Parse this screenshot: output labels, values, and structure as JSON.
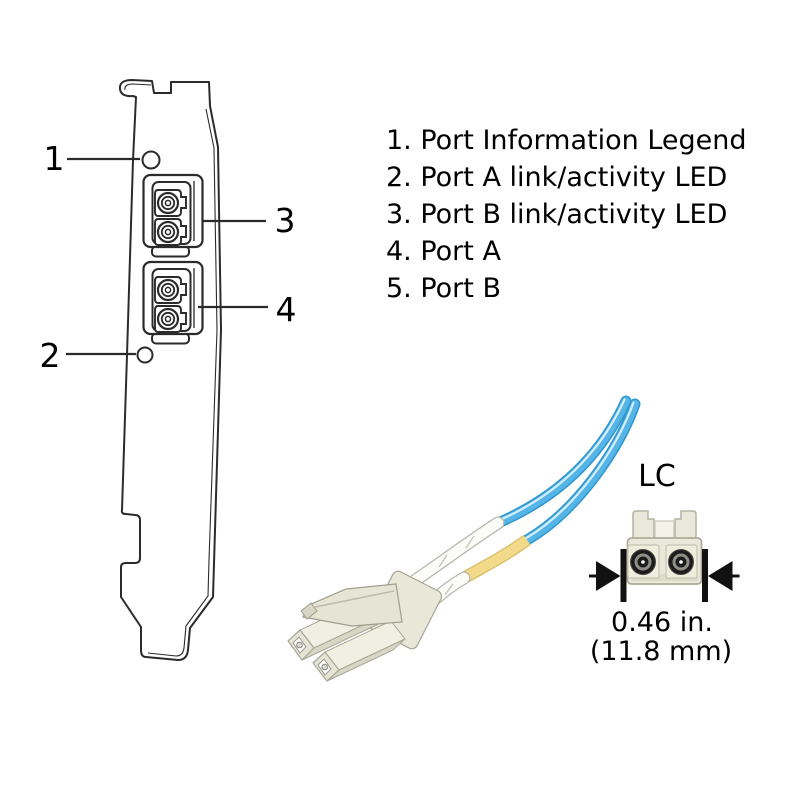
{
  "diagram": {
    "callouts": [
      "1",
      "2",
      "3",
      "4"
    ],
    "legend_items": [
      "1. Port Information Legend",
      "2. Port A link/activity LED",
      "3. Port B link/activity LED",
      "4. Port A",
      "5. Port B"
    ],
    "lc": {
      "label": "LC",
      "dim_in": "0.46 in.",
      "dim_mm": "(11.8 mm)"
    }
  },
  "colors": {
    "outline": "#2b2b2b",
    "cable_blue": "#55b5e6",
    "cable_blue_edge": "#2e97cf",
    "cable_highlight": "#d6eefb",
    "boot_white": "#fbfbf8",
    "boot_yellow": "#f1da8a",
    "boot_yellow_edge": "#d7bb64",
    "connector_beige": "#eceadd",
    "connector_beige_shade": "#d8d6c4",
    "face_body": "#e9e8da"
  }
}
